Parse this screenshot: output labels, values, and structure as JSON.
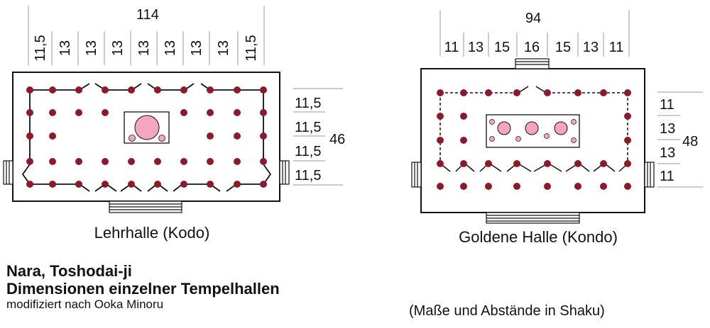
{
  "left": {
    "caption": "Lehrhalle (Kodo)",
    "total_width": "114",
    "bays": [
      "11,5",
      "13",
      "13",
      "13",
      "13",
      "13",
      "13",
      "13",
      "11,5"
    ],
    "total_depth": "46",
    "depth_bays": [
      "11,5",
      "11,5",
      "11,5",
      "11,5"
    ]
  },
  "right": {
    "caption": "Goldene Halle (Kondo)",
    "total_width": "94",
    "bays": [
      "11",
      "13",
      "15",
      "16",
      "15",
      "13",
      "11"
    ],
    "total_depth": "48",
    "depth_bays": [
      "11",
      "13",
      "13",
      "11"
    ]
  },
  "title": {
    "line1": "Nara, Toshodai-ji",
    "line2": "Dimensionen einzelner Tempelhallen",
    "line3": "modifiziert nach Ooka Minoru"
  },
  "note": "(Maße und Abstände in Shaku)",
  "colors": {
    "column": "#8b1a2b",
    "statue": "#f4a6c0",
    "outline": "#111111",
    "dim_line": "#999999"
  }
}
